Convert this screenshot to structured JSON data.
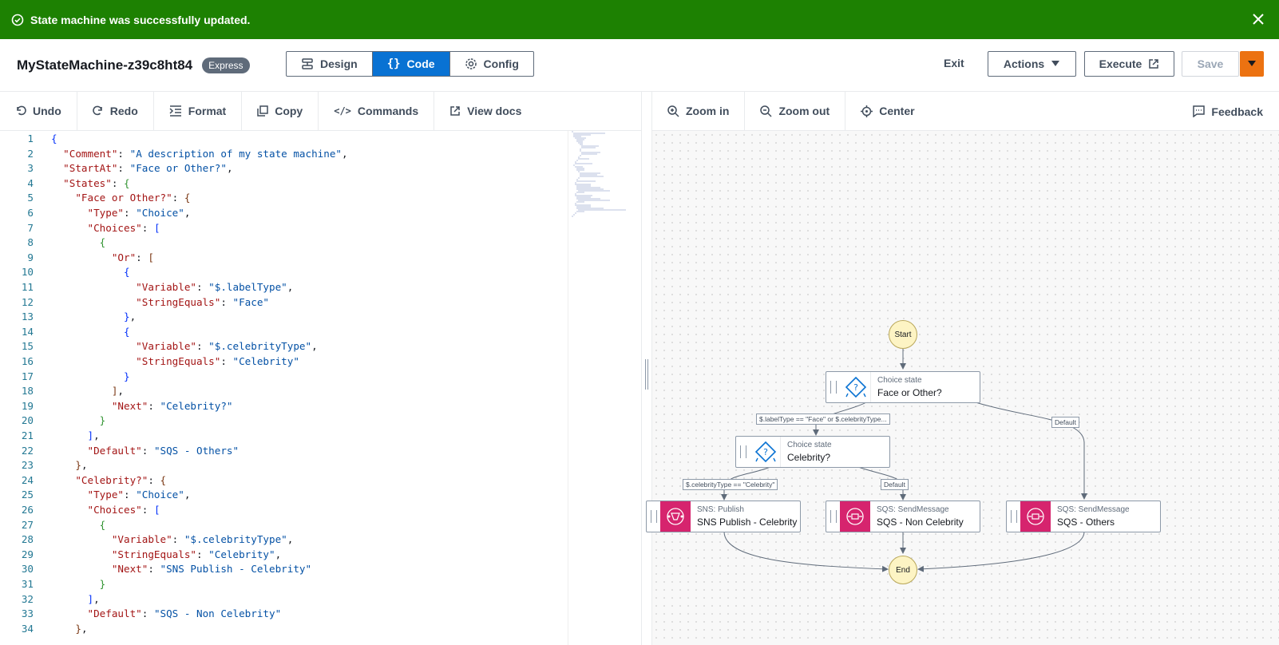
{
  "banner": {
    "message": "State machine was successfully updated."
  },
  "header": {
    "title": "MyStateMachine-z39c8ht84",
    "badge": "Express",
    "tabs": [
      "Design",
      "Code",
      "Config"
    ],
    "exit": "Exit",
    "actions": "Actions",
    "execute": "Execute",
    "save": "Save"
  },
  "editor_toolbar": [
    "Undo",
    "Redo",
    "Format",
    "Copy",
    "Commands",
    "View docs"
  ],
  "graph_toolbar": {
    "zoom_in": "Zoom in",
    "zoom_out": "Zoom out",
    "center": "Center",
    "feedback": "Feedback"
  },
  "code_lines": [
    "{",
    "  \"Comment\": \"A description of my state machine\",",
    "  \"StartAt\": \"Face or Other?\",",
    "  \"States\": {",
    "    \"Face or Other?\": {",
    "      \"Type\": \"Choice\",",
    "      \"Choices\": [",
    "        {",
    "          \"Or\": [",
    "            {",
    "              \"Variable\": \"$.labelType\",",
    "              \"StringEquals\": \"Face\"",
    "            },",
    "            {",
    "              \"Variable\": \"$.celebrityType\",",
    "              \"StringEquals\": \"Celebrity\"",
    "            }",
    "          ],",
    "          \"Next\": \"Celebrity?\"",
    "        }",
    "      ],",
    "      \"Default\": \"SQS - Others\"",
    "    },",
    "    \"Celebrity?\": {",
    "      \"Type\": \"Choice\",",
    "      \"Choices\": [",
    "        {",
    "          \"Variable\": \"$.celebrityType\",",
    "          \"StringEquals\": \"Celebrity\",",
    "          \"Next\": \"SNS Publish - Celebrity\"",
    "        }",
    "      ],",
    "      \"Default\": \"SQS - Non Celebrity\"",
    "    },"
  ],
  "graph": {
    "start": "Start",
    "end": "End",
    "nodes": {
      "face_or_other": {
        "type": "Choice state",
        "name": "Face or Other?"
      },
      "celebrity": {
        "type": "Choice state",
        "name": "Celebrity?"
      },
      "sns": {
        "type": "SNS: Publish",
        "name": "SNS Publish - Celebrity"
      },
      "sqs_non": {
        "type": "SQS: SendMessage",
        "name": "SQS - Non Celebrity"
      },
      "sqs_others": {
        "type": "SQS: SendMessage",
        "name": "SQS - Others"
      }
    },
    "edge_labels": {
      "face_choice": "$.labelType == \"Face\" or $.celebrityType...",
      "face_default": "Default",
      "celeb_choice": "$.celebrityType == \"Celebrity\"",
      "celeb_default": "Default"
    }
  },
  "colors": {
    "banner": "#1d8102",
    "active_tab": "#0972d3",
    "save_dropdown": "#ec7211",
    "service_icon": "#d6246e"
  }
}
